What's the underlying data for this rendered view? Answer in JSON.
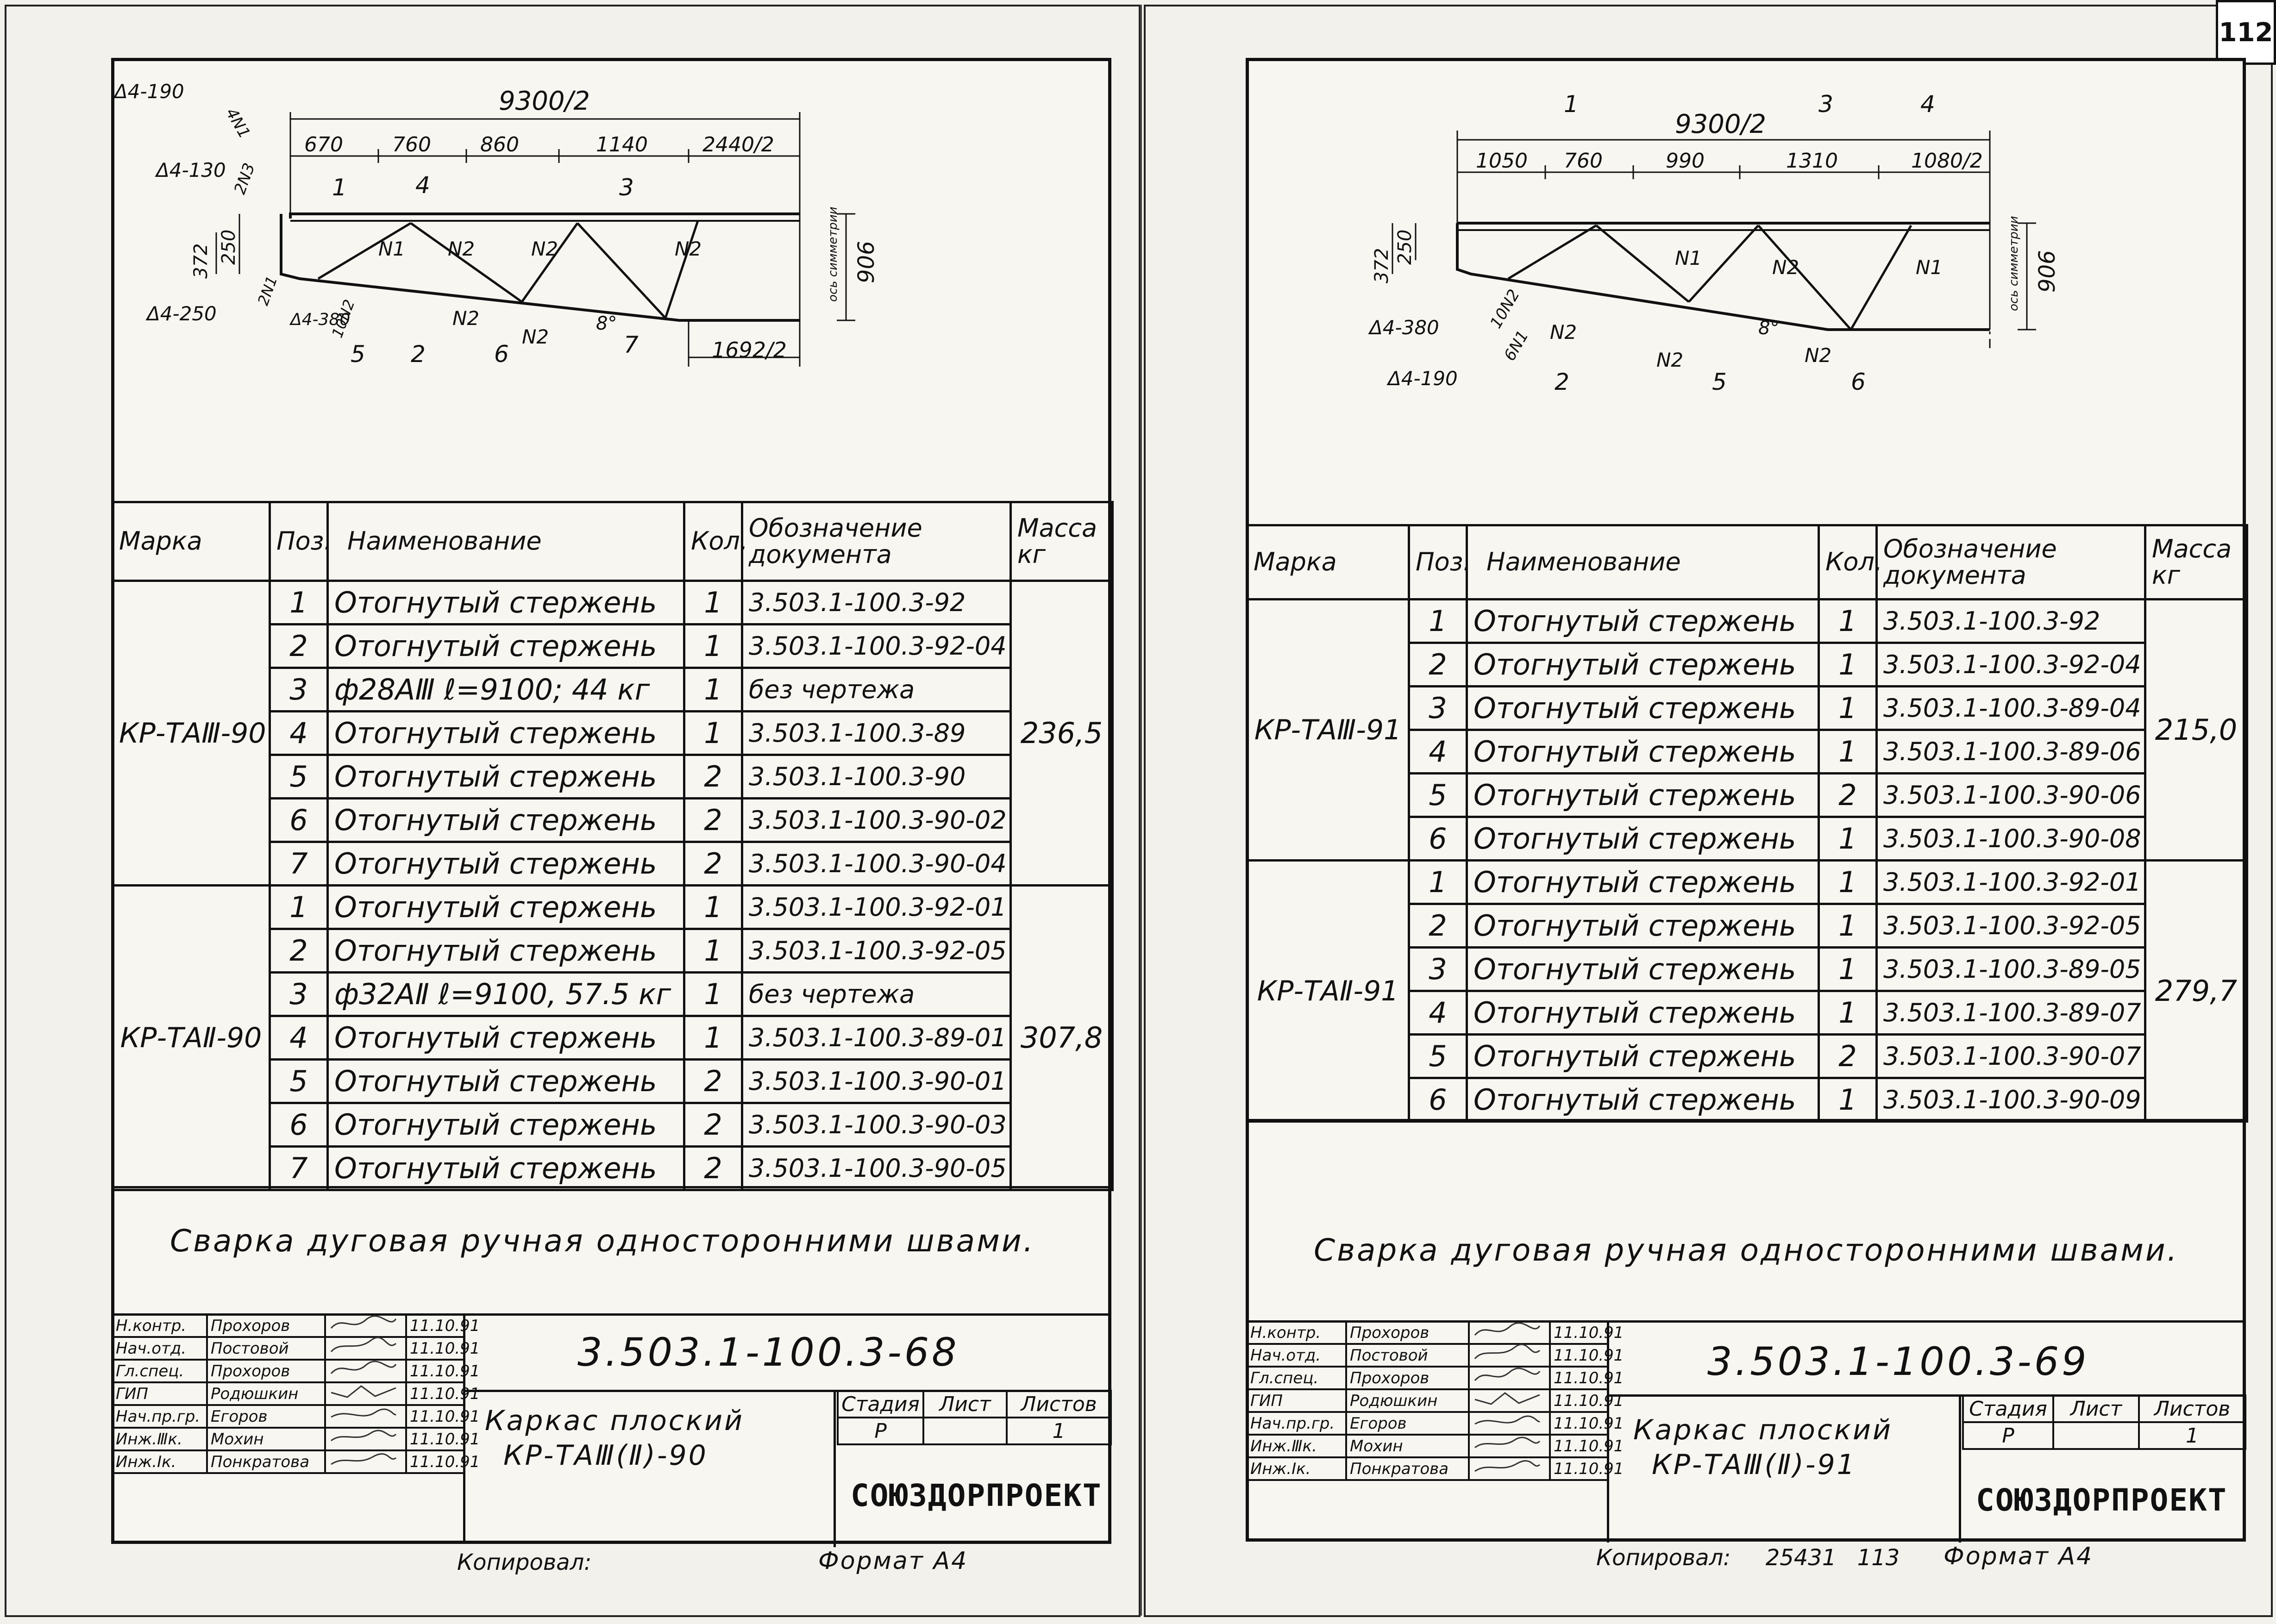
{
  "page_number": "112",
  "sheets": [
    {
      "headers": {
        "marka": "Марка",
        "poz": "Поз.",
        "name": "Наименование",
        "qty": "Кол.",
        "doc": "Обозначение документа",
        "mass": "Масса кг"
      },
      "groups": [
        {
          "mark": "КР-ТАⅢ-90",
          "mass": "236,5",
          "rows": [
            {
              "pos": "1",
              "name": "Отогнутый стержень",
              "qty": "1",
              "doc": "3.503.1-100.3-92"
            },
            {
              "pos": "2",
              "name": "Отогнутый стержень",
              "qty": "1",
              "doc": "3.503.1-100.3-92-04"
            },
            {
              "pos": "3",
              "name": "ф28АⅢ ℓ=9100; 44 кг",
              "qty": "1",
              "doc": "без чертежа"
            },
            {
              "pos": "4",
              "name": "Отогнутый стержень",
              "qty": "1",
              "doc": "3.503.1-100.3-89"
            },
            {
              "pos": "5",
              "name": "Отогнутый стержень",
              "qty": "2",
              "doc": "3.503.1-100.3-90"
            },
            {
              "pos": "6",
              "name": "Отогнутый стержень",
              "qty": "2",
              "doc": "3.503.1-100.3-90-02"
            },
            {
              "pos": "7",
              "name": "Отогнутый стержень",
              "qty": "2",
              "doc": "3.503.1-100.3-90-04"
            }
          ]
        },
        {
          "mark": "КР-ТАⅡ-90",
          "mass": "307,8",
          "rows": [
            {
              "pos": "1",
              "name": "Отогнутый стержень",
              "qty": "1",
              "doc": "3.503.1-100.3-92-01"
            },
            {
              "pos": "2",
              "name": "Отогнутый стержень",
              "qty": "1",
              "doc": "3.503.1-100.3-92-05"
            },
            {
              "pos": "3",
              "name": "ф32АⅡ ℓ=9100, 57.5 кг",
              "qty": "1",
              "doc": "без чертежа"
            },
            {
              "pos": "4",
              "name": "Отогнутый стержень",
              "qty": "1",
              "doc": "3.503.1-100.3-89-01"
            },
            {
              "pos": "5",
              "name": "Отогнутый стержень",
              "qty": "2",
              "doc": "3.503.1-100.3-90-01"
            },
            {
              "pos": "6",
              "name": "Отогнутый стержень",
              "qty": "2",
              "doc": "3.503.1-100.3-90-03"
            },
            {
              "pos": "7",
              "name": "Отогнутый стержень",
              "qty": "2",
              "doc": "3.503.1-100.3-90-05"
            }
          ]
        }
      ],
      "note": "Сварка дуговая ручная односторонними швами.",
      "stamp": {
        "rows": [
          {
            "role": "Н.контр.",
            "name": "Прохоров",
            "date": "11.10.91"
          },
          {
            "role": "Нач.отд.",
            "name": "Постовой",
            "date": "11.10.91"
          },
          {
            "role": "Гл.спец.",
            "name": "Прохоров",
            "date": "11.10.91"
          },
          {
            "role": "ГИП",
            "name": "Родюшкин",
            "date": "11.10.91"
          },
          {
            "role": "Нач.пр.гр.",
            "name": "Егоров",
            "date": "11.10.91"
          },
          {
            "role": "Инж.Ⅲк.",
            "name": "Мохин",
            "date": "11.10.91"
          },
          {
            "role": "Инж.Ⅰк.",
            "name": "Понкратова",
            "date": "11.10.91"
          }
        ],
        "code": "3.503.1-100.3-68",
        "title_line1": "Каркас плоский",
        "title_line2": "КР-ТАⅢ(Ⅱ)-90",
        "stage_label": "Стадия",
        "sheet_label": "Лист",
        "sheets_label": "Листов",
        "stage": "Р",
        "sheet": "",
        "sheets": "1",
        "org": "СОЮЗДОРПРОЕКТ",
        "copied": "Копировал:",
        "format": "Формат А4"
      },
      "drawing": {
        "total": "9300/2",
        "segments": [
          "670",
          "760",
          "860",
          "1140",
          "2440/2"
        ],
        "height": "906",
        "h1": "372",
        "h2": "250",
        "bottom": "1692/2",
        "angle": "8°",
        "axis": "ось симметрии",
        "welds": [
          "Δ4-190",
          "Δ4-130",
          "Δ4-250",
          "Δ4-380"
        ],
        "weld_counts": [
          "4N1",
          "2N3",
          "2N1",
          "10N2"
        ],
        "nodes": [
          "N1",
          "N2",
          "N2",
          "N2",
          "N2",
          "N2"
        ],
        "positions": [
          "1",
          "4",
          "3",
          "5",
          "2",
          "6",
          "7"
        ]
      }
    },
    {
      "headers": {
        "marka": "Марка",
        "poz": "Поз.",
        "name": "Наименование",
        "qty": "Кол.",
        "doc": "Обозначение документа",
        "mass": "Масса кг"
      },
      "groups": [
        {
          "mark": "КР-ТАⅢ-91",
          "mass": "215,0",
          "rows": [
            {
              "pos": "1",
              "name": "Отогнутый стержень",
              "qty": "1",
              "doc": "3.503.1-100.3-92"
            },
            {
              "pos": "2",
              "name": "Отогнутый стержень",
              "qty": "1",
              "doc": "3.503.1-100.3-92-04"
            },
            {
              "pos": "3",
              "name": "Отогнутый стержень",
              "qty": "1",
              "doc": "3.503.1-100.3-89-04"
            },
            {
              "pos": "4",
              "name": "Отогнутый стержень",
              "qty": "1",
              "doc": "3.503.1-100.3-89-06"
            },
            {
              "pos": "5",
              "name": "Отогнутый стержень",
              "qty": "2",
              "doc": "3.503.1-100.3-90-06"
            },
            {
              "pos": "6",
              "name": "Отогнутый стержень",
              "qty": "1",
              "doc": "3.503.1-100.3-90-08"
            }
          ]
        },
        {
          "mark": "КР-ТАⅡ-91",
          "mass": "279,7",
          "rows": [
            {
              "pos": "1",
              "name": "Отогнутый стержень",
              "qty": "1",
              "doc": "3.503.1-100.3-92-01"
            },
            {
              "pos": "2",
              "name": "Отогнутый стержень",
              "qty": "1",
              "doc": "3.503.1-100.3-92-05"
            },
            {
              "pos": "3",
              "name": "Отогнутый стержень",
              "qty": "1",
              "doc": "3.503.1-100.3-89-05"
            },
            {
              "pos": "4",
              "name": "Отогнутый стержень",
              "qty": "1",
              "doc": "3.503.1-100.3-89-07"
            },
            {
              "pos": "5",
              "name": "Отогнутый стержень",
              "qty": "2",
              "doc": "3.503.1-100.3-90-07"
            },
            {
              "pos": "6",
              "name": "Отогнутый стержень",
              "qty": "1",
              "doc": "3.503.1-100.3-90-09"
            }
          ]
        }
      ],
      "note": "Сварка дуговая ручная односторонними швами.",
      "stamp": {
        "rows": [
          {
            "role": "Н.контр.",
            "name": "Прохоров",
            "date": "11.10.91"
          },
          {
            "role": "Нач.отд.",
            "name": "Постовой",
            "date": "11.10.91"
          },
          {
            "role": "Гл.спец.",
            "name": "Прохоров",
            "date": "11.10.91"
          },
          {
            "role": "ГИП",
            "name": "Родюшкин",
            "date": "11.10.91"
          },
          {
            "role": "Нач.пр.гр.",
            "name": "Егоров",
            "date": "11.10.91"
          },
          {
            "role": "Инж.Ⅲк.",
            "name": "Мохин",
            "date": "11.10.91"
          },
          {
            "role": "Инж.Ⅰк.",
            "name": "Понкратова",
            "date": "11.10.91"
          }
        ],
        "code": "3.503.1-100.3-69",
        "title_line1": "Каркас плоский",
        "title_line2": "КР-ТАⅢ(Ⅱ)-91",
        "stage_label": "Стадия",
        "sheet_label": "Лист",
        "sheets_label": "Листов",
        "stage": "Р",
        "sheet": "",
        "sheets": "1",
        "org": "СОЮЗДОРПРОЕКТ",
        "copied": "Копировал:",
        "copy_no": "25431",
        "copy_extra": "113",
        "format": "Формат А4"
      },
      "drawing": {
        "total": "9300/2",
        "segments": [
          "1050",
          "760",
          "990",
          "1310",
          "1080/2"
        ],
        "height": "906",
        "h1": "372",
        "h2": "250",
        "angle": "8°",
        "axis": "ось симметрии",
        "welds": [
          "Δ4-380",
          "Δ4-190"
        ],
        "weld_counts": [
          "10N2",
          "6N1"
        ],
        "nodes": [
          "N1",
          "N2",
          "N1",
          "N2",
          "N2",
          "N2"
        ],
        "positions": [
          "1",
          "3",
          "4",
          "2",
          "5",
          "6"
        ]
      }
    }
  ]
}
